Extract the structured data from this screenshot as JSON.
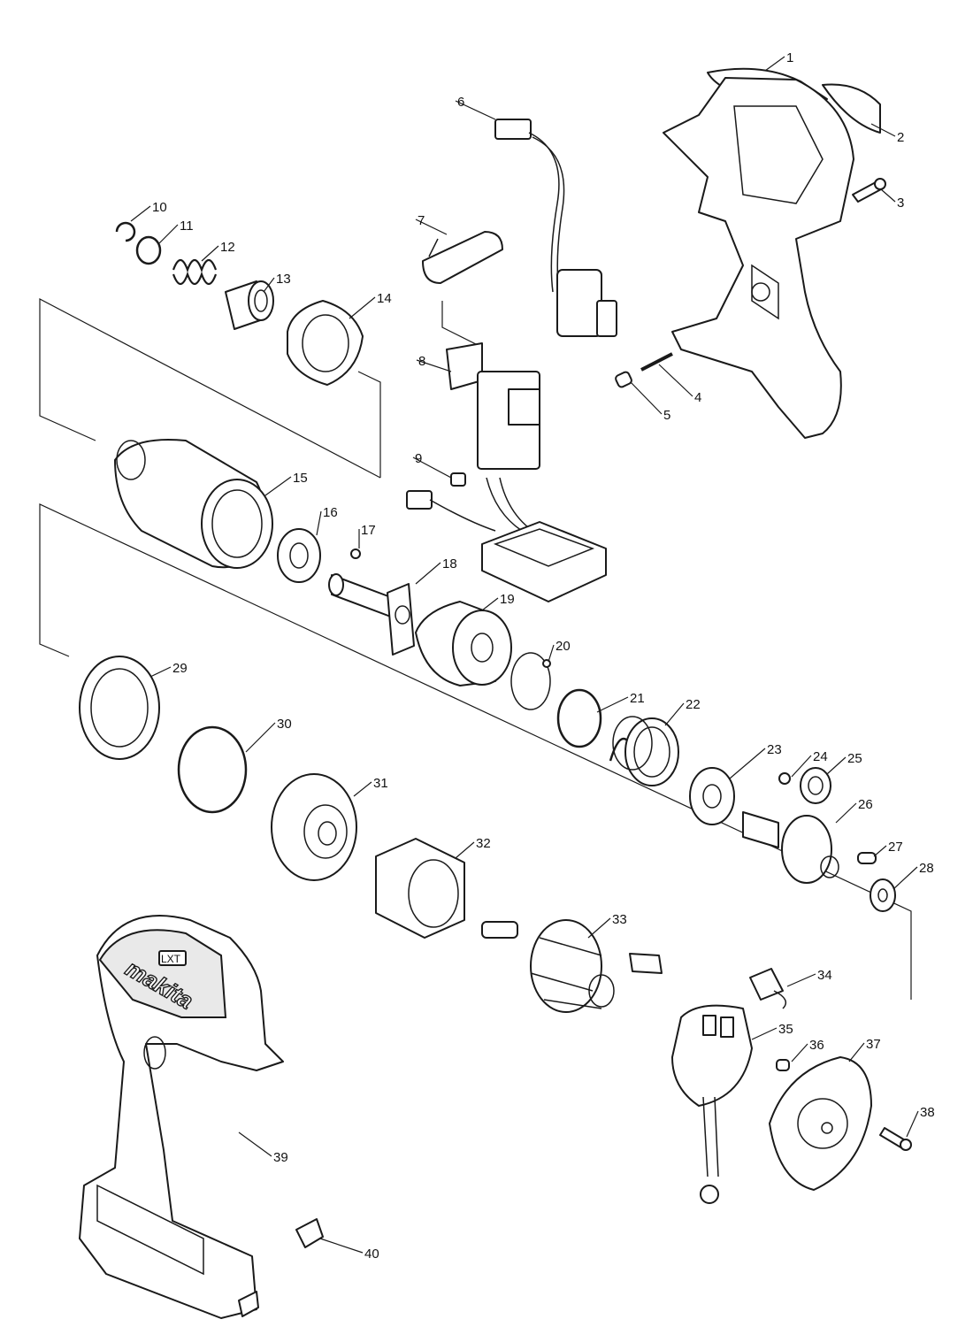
{
  "brand": "makita",
  "badge": "LXT",
  "callouts": [
    "1",
    "2",
    "3",
    "4",
    "5",
    "6",
    "7",
    "8",
    "9",
    "10",
    "11",
    "12",
    "13",
    "14",
    "15",
    "16",
    "17",
    "18",
    "19",
    "20",
    "21",
    "22",
    "23",
    "24",
    "25",
    "26",
    "27",
    "28",
    "29",
    "30",
    "31",
    "32",
    "33",
    "34",
    "35",
    "36",
    "37",
    "38",
    "39",
    "40"
  ]
}
